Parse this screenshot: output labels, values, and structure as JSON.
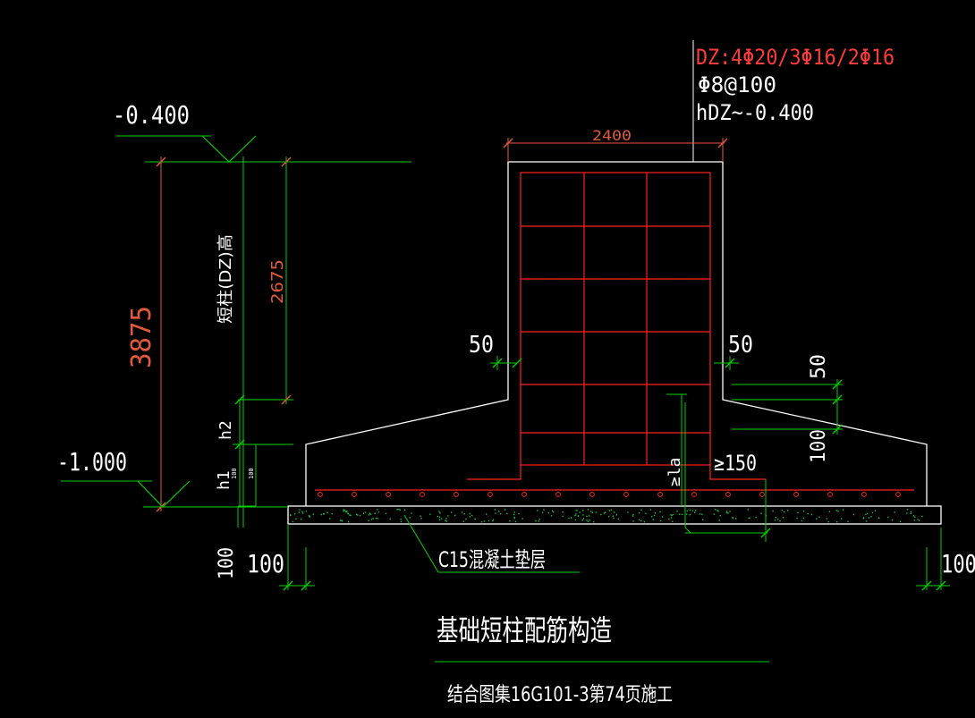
{
  "annotation": {
    "dz": "DZ:4Φ20/3Φ16/2Φ16",
    "stirrup": "Φ8@100",
    "hdz": "hDZ~-0.400"
  },
  "dims": {
    "top_width": "2400",
    "elev_top": "-0.400",
    "elev_bottom": "-1.000",
    "total_height": "3875",
    "dz_height": "2675",
    "dz_label": "短柱(DZ)高",
    "h2": "h2",
    "h1": "h1",
    "h1_small": "100",
    "h1_small2": "100",
    "left_cover": "50",
    "right_cover": "50",
    "right_50": "50",
    "right_100": "100",
    "la": "≥la",
    "ge150": "≥150",
    "bottom_100_v": "100",
    "bottom_100_left": "100",
    "bottom_100_right": "100",
    "concrete_label": "C15混凝土垫层"
  },
  "title": {
    "main": "基础短柱配筋构造",
    "sub": "结合图集16G101-3第74页施工"
  },
  "colors": {
    "background": "#000000",
    "outline": "#ffffff",
    "rebar": "#ff2020",
    "dimension": "#e25a3a",
    "extension": "#00d000"
  }
}
